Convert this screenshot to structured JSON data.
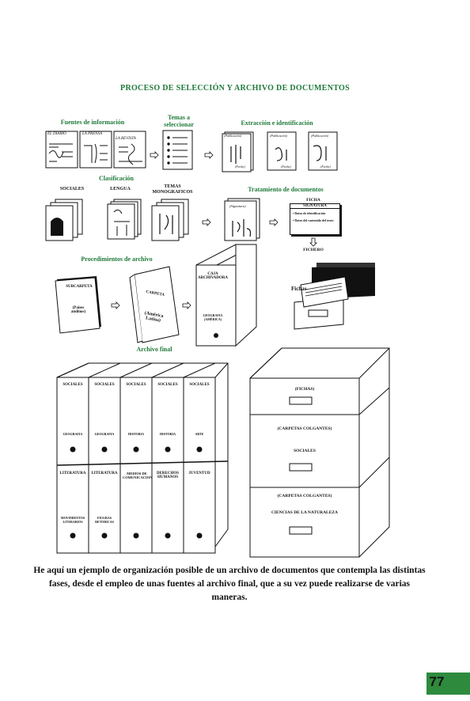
{
  "title": "Proceso de selección y archivo de documentos",
  "sections": {
    "fuentes": "Fuentes de información",
    "temas": "Temas a seleccionar",
    "extraccion": "Extracción e identificación",
    "clasificacion": "Clasificación",
    "tratamiento": "Tratamiento de documentos",
    "procedimientos": "Procedimientos de archivo",
    "archivo_final": "Archivo final"
  },
  "sources": [
    "EL DIARIO",
    "LA PRENSA",
    "LA REVISTA"
  ],
  "extraction_cards": [
    {
      "top": "(Publicación)",
      "bottom": "(Fecha)"
    },
    {
      "top": "(Publicación)",
      "bottom": "(Fecha)"
    },
    {
      "top": "(Publicación)",
      "bottom": "(Fecha)"
    }
  ],
  "classification_labels": [
    "SOCIALES",
    "LENGUA",
    "TEMAS MONOGRAFICOS"
  ],
  "tratamiento": {
    "signatura_card": "(Signatura)",
    "ficha_title": "FICHA",
    "ficha_header": "SIGNATURA",
    "ficha_items": [
      "Datos de identificación",
      "Datos del contenido del texto"
    ],
    "fichero": "FICHERO"
  },
  "procedimientos": {
    "subcarpeta": "SUBCARPETA",
    "subcarpeta_content": "(Países andinos)",
    "carpeta": "CARPETA",
    "carpeta_content": "(América Latina)",
    "caja_title": "CAJA ARCHIVADORA",
    "caja_content": "GEOGRAFIA (AMÉRICA)",
    "fichas": "Fichas"
  },
  "shelf_top": [
    {
      "top": "SOCIALES",
      "mid": "GEOGRAFIA"
    },
    {
      "top": "SOCIALES",
      "mid": "GEOGRAFIA"
    },
    {
      "top": "SOCIALES",
      "mid": "HISTORIA"
    },
    {
      "top": "SOCIALES",
      "mid": "HISTORIA"
    },
    {
      "top": "SOCIALES",
      "mid": "ARTE"
    }
  ],
  "shelf_bottom": [
    {
      "top": "LITERATURA",
      "mid": "MOVIMIENTOS LITERARIOS"
    },
    {
      "top": "LITERATURA",
      "mid": "FIGURAS RETORICAS"
    },
    {
      "top": "MEDIOS DE COMUNICACION",
      "mid": ""
    },
    {
      "top": "DERECHOS HUMANOS",
      "mid": ""
    },
    {
      "top": "JUVENTUD",
      "mid": ""
    }
  ],
  "cabinet": {
    "drawer1": "(FICHAS)",
    "drawer2_title": "(CARPETAS COLGANTES)",
    "drawer2_label": "SOCIALES",
    "drawer3_title": "(CARPETAS COLGANTES)",
    "drawer3_label": "CIENCIAS DE LA NATURALEZA"
  },
  "caption": "He aquí un ejemplo de organización posible de un archivo de documentos que contempla las distintas fases, desde el empleo de unas fuentes al archivo final, que a su vez puede realizarse de varias maneras.",
  "page_number": "77",
  "colors": {
    "accent_green": "#1f7a3a",
    "page_tab": "#2e8b3e"
  }
}
